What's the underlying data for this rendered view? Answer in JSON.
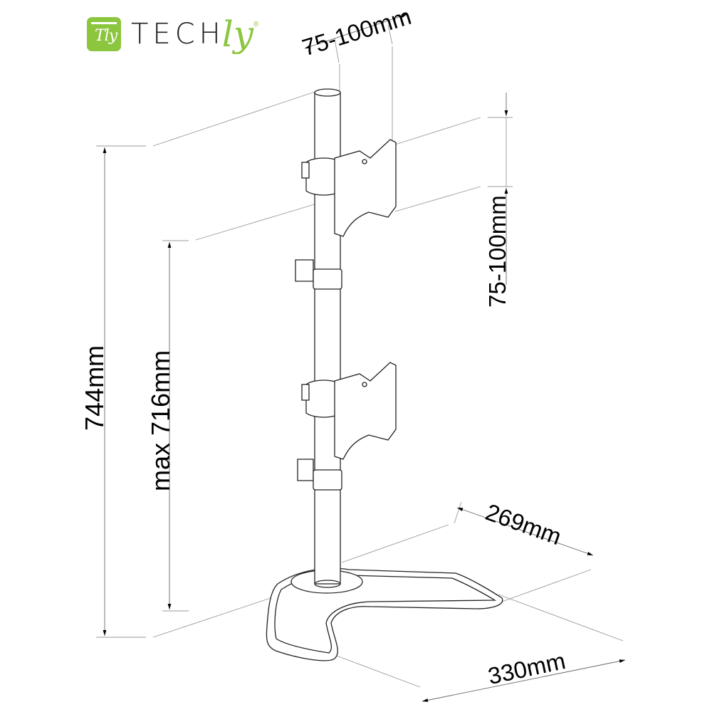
{
  "brand": {
    "badge_text": "Tly",
    "word": "TECH",
    "accent": "ly",
    "registered": "®",
    "accent_color": "#8cc63f"
  },
  "dimensions": {
    "vesa_horizontal": "75-100mm",
    "vesa_vertical": "75-100mm",
    "total_height": "744mm",
    "max_mount_height": "max 716mm",
    "base_depth": "269mm",
    "base_width": "330mm"
  },
  "drawing": {
    "subject": "dual monitor vertical desk stand",
    "line_color": "#222222",
    "dim_line_color": "#888888"
  }
}
